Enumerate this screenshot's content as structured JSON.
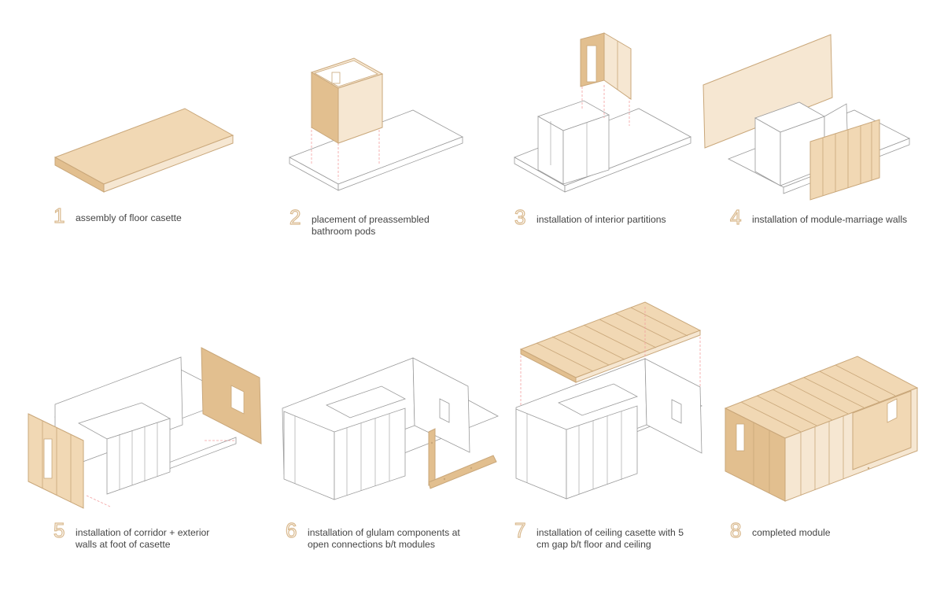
{
  "colors": {
    "wood_top": "#f1d8b4",
    "wood_side": "#e2bf8f",
    "wood_light": "#f6e7d2",
    "wood_edge": "#c9a77a",
    "line": "#9a9a9a",
    "guide": "#f2a0a0",
    "number_outline": "#d9b98e",
    "caption_text": "#444444"
  },
  "steps": [
    {
      "number": "1",
      "caption": "assembly of floor casette"
    },
    {
      "number": "2",
      "caption": "placement of preassembled bathroom pods"
    },
    {
      "number": "3",
      "caption": "installation of interior partitions"
    },
    {
      "number": "4",
      "caption": "installation of module-marriage walls"
    },
    {
      "number": "5",
      "caption": "installation of corridor + exterior walls at foot of casette"
    },
    {
      "number": "6",
      "caption": "installation of glulam components at open connections b/t modules"
    },
    {
      "number": "7",
      "caption": "installation of ceiling casette with 5 cm gap b/t floor and ceiling"
    },
    {
      "number": "8",
      "caption": "completed module"
    }
  ]
}
